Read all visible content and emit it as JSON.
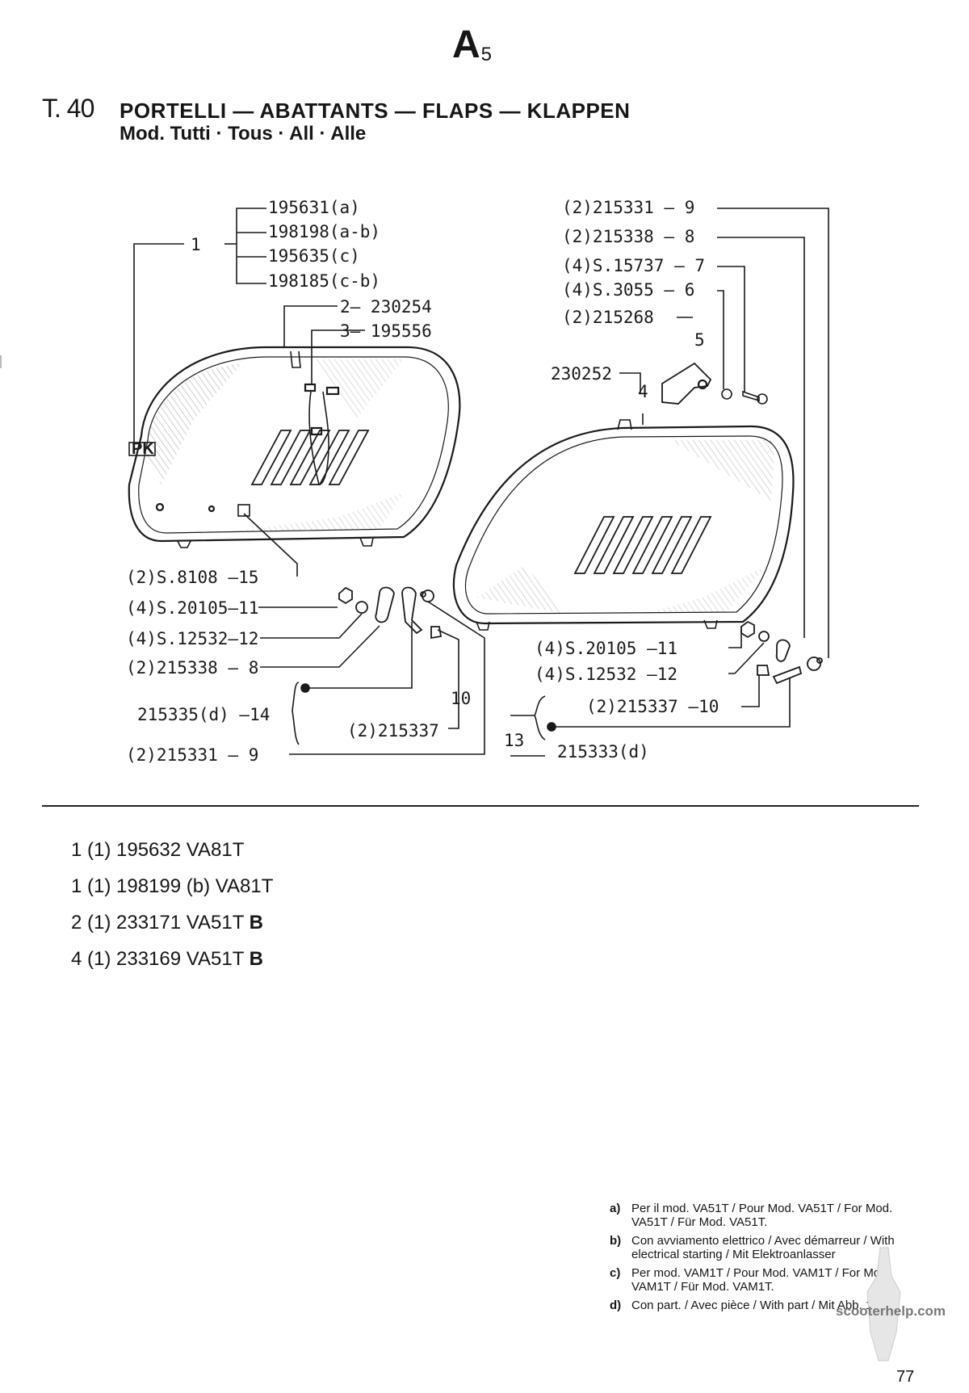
{
  "header": {
    "section_code": "A",
    "section_sub": "5",
    "table_no": "T. 40",
    "title": "PORTELLI — ABATTANTS — FLAPS — KLAPPEN",
    "subtitle": "Mod. Tutti · Tous · All · Alle"
  },
  "diagram": {
    "left_callouts": {
      "group1_no": "1",
      "group1_parts": [
        "195631(a)",
        "198198(a-b)",
        "195635(c)",
        "198185(c-b)"
      ],
      "item2": "2— 230254",
      "item3": "3— 195556",
      "badge": "PK",
      "item15": "(2)S.8108  —15",
      "item11": "(4)S.20105—11",
      "item12": "(4)S.12532—12",
      "item8": "(2)215338  — 8",
      "item14": "215335(d) —14",
      "item10_no": "10",
      "item10_part": "(2)215337",
      "item9": "(2)215331  — 9"
    },
    "right_callouts": {
      "item9": "(2)215331  — 9",
      "item8": "(2)215338  — 8",
      "item7": "(4)S.15737 — 7",
      "item6": "(4)S.3055  — 6",
      "item5_part": "(2)215268",
      "item5_no": "5",
      "item4_part": "230252",
      "item4_no": "4",
      "item11": "(4)S.20105  —11",
      "item12": "(4)S.12532  —12",
      "item10": "(2)215337  —10",
      "item13_no": "13",
      "item13_part": "215333(d)"
    }
  },
  "parts_notes": [
    {
      "text": "1 (1) 195632 VA81T",
      "bold": ""
    },
    {
      "text": "1 (1) 198199 (b) VA81T",
      "bold": ""
    },
    {
      "text": "2 (1) 233171 VA51T ",
      "bold": "B"
    },
    {
      "text": "4 (1) 233169 VA51T ",
      "bold": "B"
    }
  ],
  "footnotes": [
    {
      "key": "a)",
      "text": "Per il mod. VA51T / Pour Mod. VA51T / For Mod. VA51T / Für Mod. VA51T."
    },
    {
      "key": "b)",
      "text": "Con avviamento elettrico / Avec démarreur / With electrical starting / Mit Elektroanlasser"
    },
    {
      "key": "c)",
      "text": "Per mod. VAM1T / Pour Mod. VAM1T / For Mod. VAM1T / Für Mod. VAM1T."
    },
    {
      "key": "d)",
      "text": "Con part. / Avec pièce / With part / Mit Abb. 10."
    }
  ],
  "watermark": "scooterhelp.com",
  "page_number": "77"
}
